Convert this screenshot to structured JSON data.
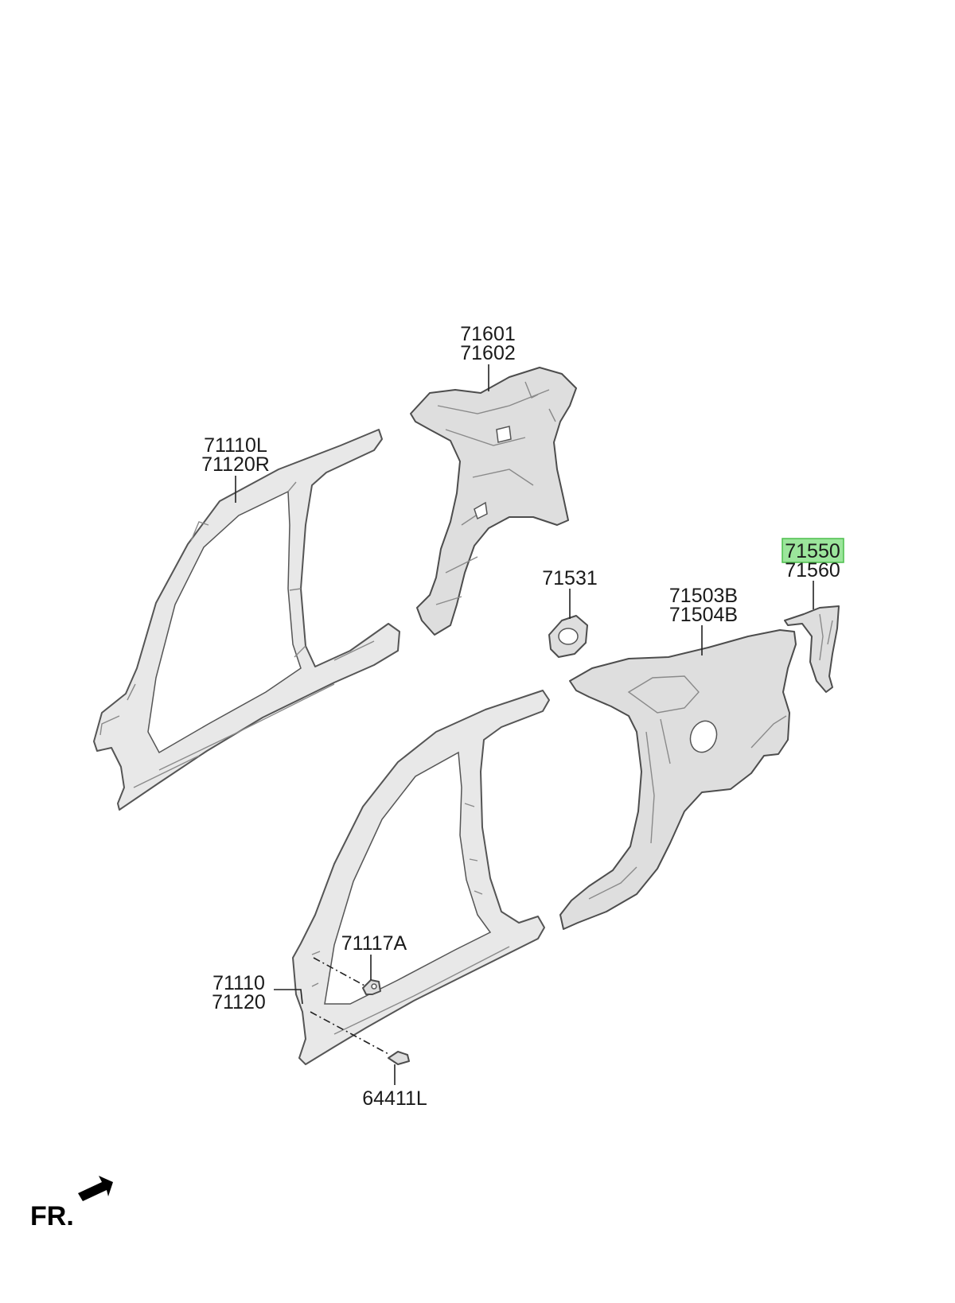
{
  "callouts": {
    "c71601": "71601",
    "c71602": "71602",
    "c71110L": "71110L",
    "c71120R": "71120R",
    "c71531": "71531",
    "c71503B": "71503B",
    "c71504B": "71504B",
    "c71550": "71550",
    "c71560": "71560",
    "c71117A": "71117A",
    "c71110": "71110",
    "c71120": "71120",
    "c64411L": "64411L"
  },
  "direction": {
    "label": "FR."
  },
  "highlight": {
    "part": "71550",
    "color": "#9be59b"
  }
}
